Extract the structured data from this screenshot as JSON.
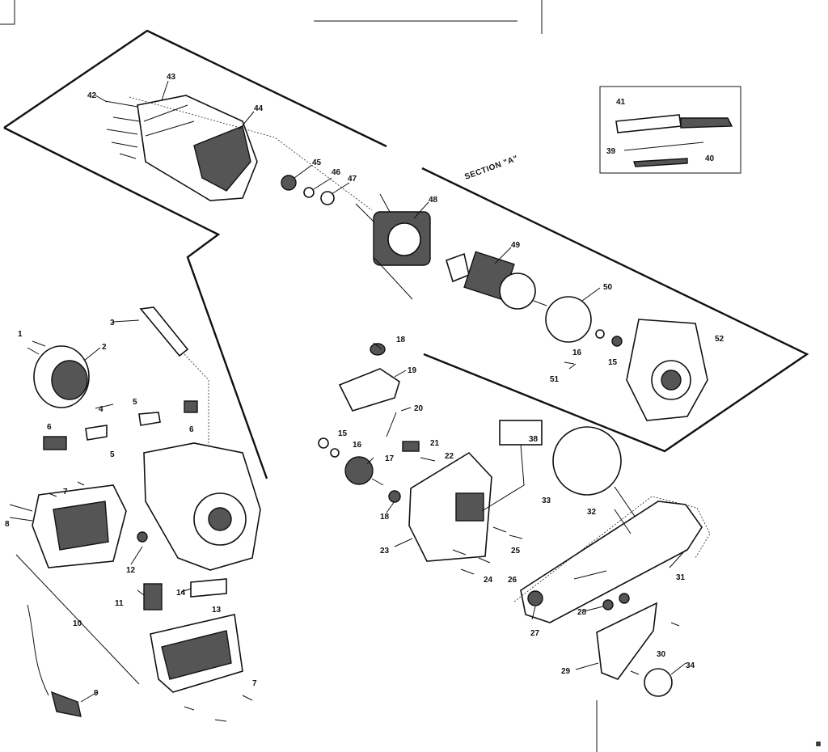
{
  "section_label": "SECTION \"A\"",
  "callouts": [
    {
      "id": "c1",
      "text": "1"
    },
    {
      "id": "c2",
      "text": "2"
    },
    {
      "id": "c3",
      "text": "3"
    },
    {
      "id": "c4",
      "text": "4"
    },
    {
      "id": "c5a",
      "text": "5"
    },
    {
      "id": "c5b",
      "text": "5"
    },
    {
      "id": "c6a",
      "text": "6"
    },
    {
      "id": "c6b",
      "text": "6"
    },
    {
      "id": "c7a",
      "text": "7"
    },
    {
      "id": "c7b",
      "text": "7"
    },
    {
      "id": "c8",
      "text": "8"
    },
    {
      "id": "c9",
      "text": "9"
    },
    {
      "id": "c10",
      "text": "10"
    },
    {
      "id": "c11",
      "text": "11"
    },
    {
      "id": "c12",
      "text": "12"
    },
    {
      "id": "c13",
      "text": "13"
    },
    {
      "id": "c14",
      "text": "14"
    },
    {
      "id": "c15a",
      "text": "15"
    },
    {
      "id": "c15b",
      "text": "15"
    },
    {
      "id": "c16a",
      "text": "16"
    },
    {
      "id": "c16b",
      "text": "16"
    },
    {
      "id": "c17",
      "text": "17"
    },
    {
      "id": "c18a",
      "text": "18"
    },
    {
      "id": "c18b",
      "text": "18"
    },
    {
      "id": "c19",
      "text": "19"
    },
    {
      "id": "c20",
      "text": "20"
    },
    {
      "id": "c21",
      "text": "21"
    },
    {
      "id": "c22",
      "text": "22"
    },
    {
      "id": "c23",
      "text": "23"
    },
    {
      "id": "c24",
      "text": "24"
    },
    {
      "id": "c25",
      "text": "25"
    },
    {
      "id": "c26",
      "text": "26"
    },
    {
      "id": "c27",
      "text": "27"
    },
    {
      "id": "c28",
      "text": "28"
    },
    {
      "id": "c29",
      "text": "29"
    },
    {
      "id": "c30",
      "text": "30"
    },
    {
      "id": "c31",
      "text": "31"
    },
    {
      "id": "c32",
      "text": "32"
    },
    {
      "id": "c33",
      "text": "33"
    },
    {
      "id": "c34",
      "text": "34"
    },
    {
      "id": "c38",
      "text": "38"
    },
    {
      "id": "c39",
      "text": "39"
    },
    {
      "id": "c40",
      "text": "40"
    },
    {
      "id": "c41",
      "text": "41"
    },
    {
      "id": "c42",
      "text": "42"
    },
    {
      "id": "c43",
      "text": "43"
    },
    {
      "id": "c44",
      "text": "44"
    },
    {
      "id": "c45",
      "text": "45"
    },
    {
      "id": "c46",
      "text": "46"
    },
    {
      "id": "c47",
      "text": "47"
    },
    {
      "id": "c48",
      "text": "48"
    },
    {
      "id": "c49",
      "text": "49"
    },
    {
      "id": "c50",
      "text": "50"
    },
    {
      "id": "c51",
      "text": "51"
    },
    {
      "id": "c52",
      "text": "52"
    }
  ]
}
